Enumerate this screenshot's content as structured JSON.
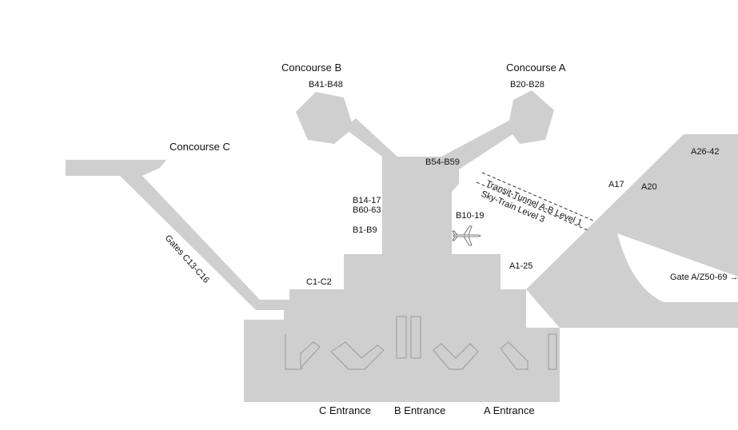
{
  "concourses": {
    "b": {
      "title": "Concourse B",
      "gates": "B41-B48"
    },
    "a": {
      "title": "Concourse A",
      "gates": "B20-B28"
    },
    "c": {
      "title": "Concourse C"
    }
  },
  "gate_labels": {
    "b54_b59": "B54-B59",
    "b14_17": "B14-17",
    "b60_63": "B60-63",
    "b1_b9": "B1-B9",
    "b10_19": "B10-19",
    "c1_c2": "C1-C2",
    "a1_25": "A1-25",
    "a17": "A17",
    "a20": "A20",
    "a26_42": "A26-42",
    "gates_c13_c16": "Gates C13-C16",
    "gate_a_z50_69": "Gate A/Z50-69 →"
  },
  "transit": {
    "line1": "Transit-Tunnel  A-B Level 1",
    "line2": "Sky-Train Level 3"
  },
  "entrances": {
    "c": "C Entrance",
    "b": "B Entrance",
    "a": "A Entrance"
  },
  "colors": {
    "building": "#cfcfcf",
    "outline": "#9a9a9a",
    "text": "#111111"
  },
  "icons": [
    "airplane-icon"
  ]
}
